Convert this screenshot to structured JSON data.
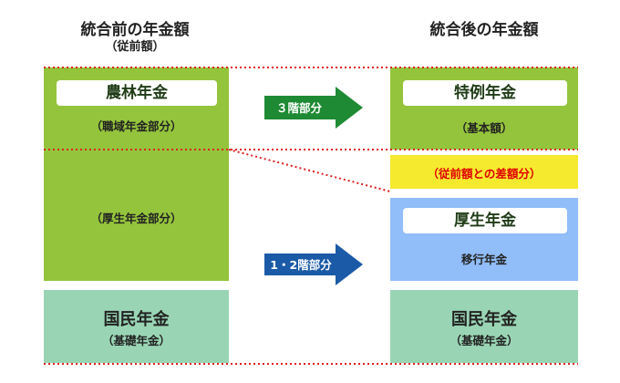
{
  "left": {
    "title": "統合前の年金額",
    "subtitle": "（従前額）",
    "noringyo": {
      "label": "農林年金",
      "note": "（職域年金部分）"
    },
    "kosei_part": {
      "note": "（厚生年金部分）"
    },
    "kokumin": {
      "label": "国民年金",
      "note": "（基礎年金）"
    }
  },
  "right": {
    "title": "統合後の年金額",
    "tokurei": {
      "label": "特例年金",
      "note": "（基本額）"
    },
    "difference": {
      "note": "（従前額との差額分）"
    },
    "kosei": {
      "label": "厚生年金",
      "note": "移行年金"
    },
    "kokumin": {
      "label": "国民年金",
      "note": "（基礎年金）"
    }
  },
  "arrows": {
    "upper": {
      "label": "３階部分",
      "color": "#1e8a34"
    },
    "lower": {
      "label": "1・2階部分",
      "color": "#1b5aa6"
    }
  },
  "colors": {
    "green": "#94c43c",
    "teal": "#99d5b4",
    "blue": "#91bdf8",
    "yellow": "#f6ea2e",
    "dotted_line": "#e02020"
  }
}
